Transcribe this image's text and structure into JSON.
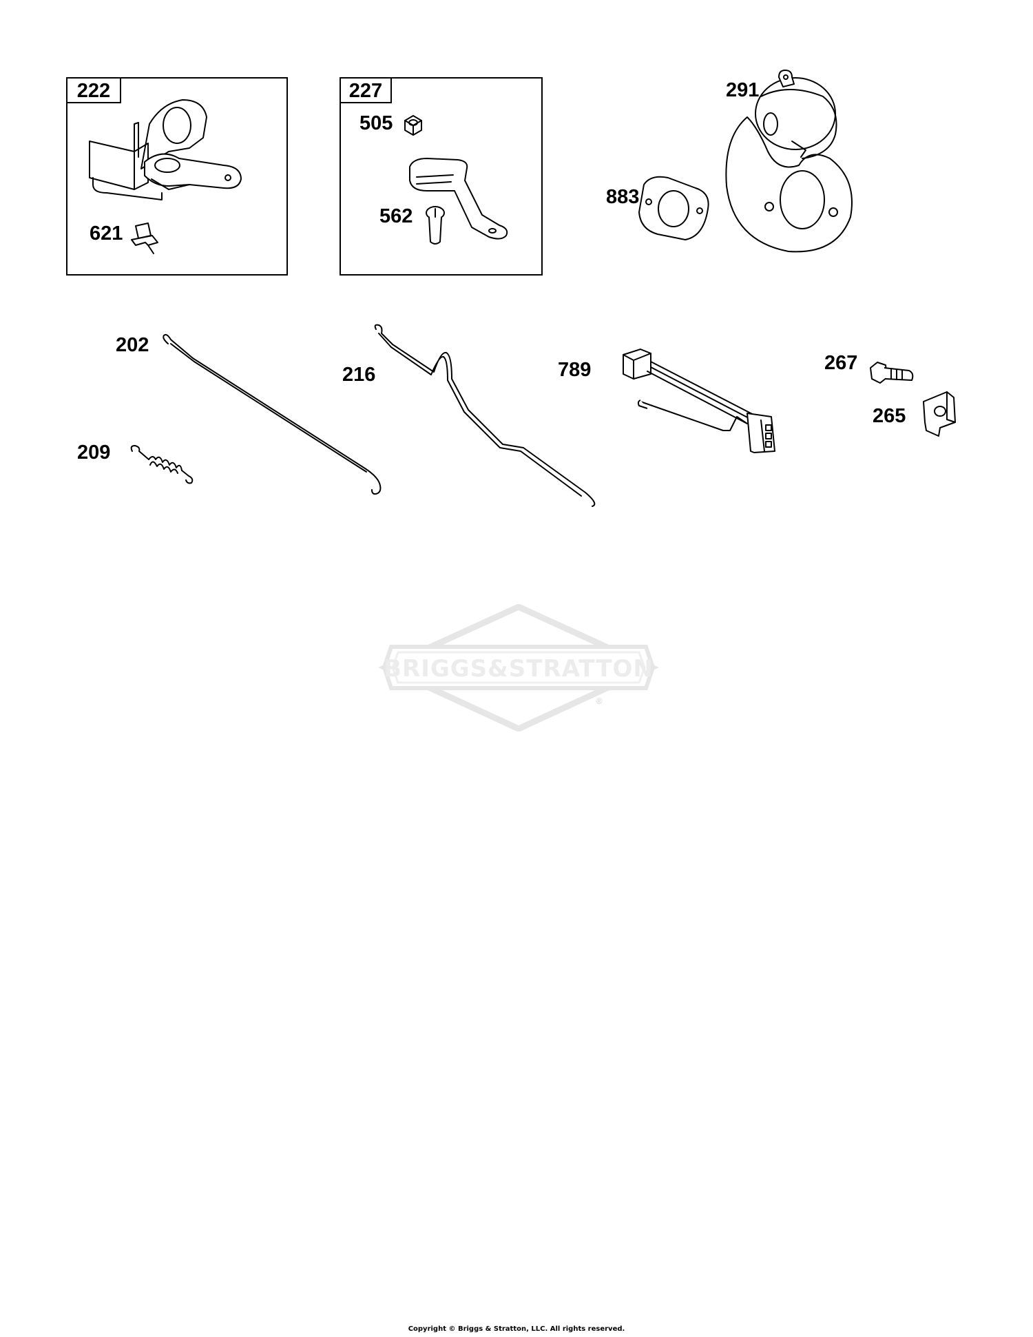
{
  "diagram": {
    "panels": [
      {
        "id": "222",
        "label": "222"
      },
      {
        "id": "227",
        "label": "227"
      }
    ],
    "callouts": {
      "p621": "621",
      "p505": "505",
      "p562": "562",
      "p291": "291",
      "p883": "883",
      "p202": "202",
      "p216": "216",
      "p789": "789",
      "p267": "267",
      "p265": "265",
      "p209": "209"
    },
    "watermark": {
      "text": "BRIGGS&STRATTON",
      "mark": "®"
    },
    "copyright": "Copyright © Briggs & Stratton, LLC. All rights reserved."
  }
}
